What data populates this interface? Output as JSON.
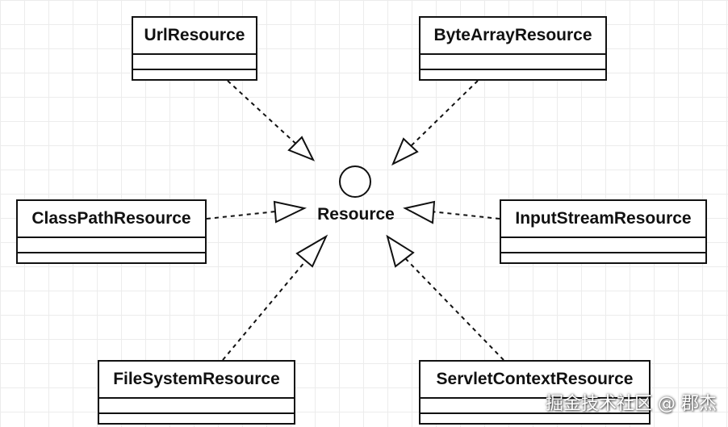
{
  "interface": {
    "name": "Resource"
  },
  "classes": {
    "url": {
      "name": "UrlResource"
    },
    "byte_array": {
      "name": "ByteArrayResource"
    },
    "class_path": {
      "name": "ClassPathResource"
    },
    "input_stream": {
      "name": "InputStreamResource"
    },
    "file_system": {
      "name": "FileSystemResource"
    },
    "servlet_context": {
      "name": "ServletContextResource"
    }
  },
  "watermark": {
    "text": "掘金技术社区 @ 郡杰"
  },
  "colors": {
    "stroke": "#111111",
    "grid": "#ececec",
    "background": "#ffffff"
  }
}
